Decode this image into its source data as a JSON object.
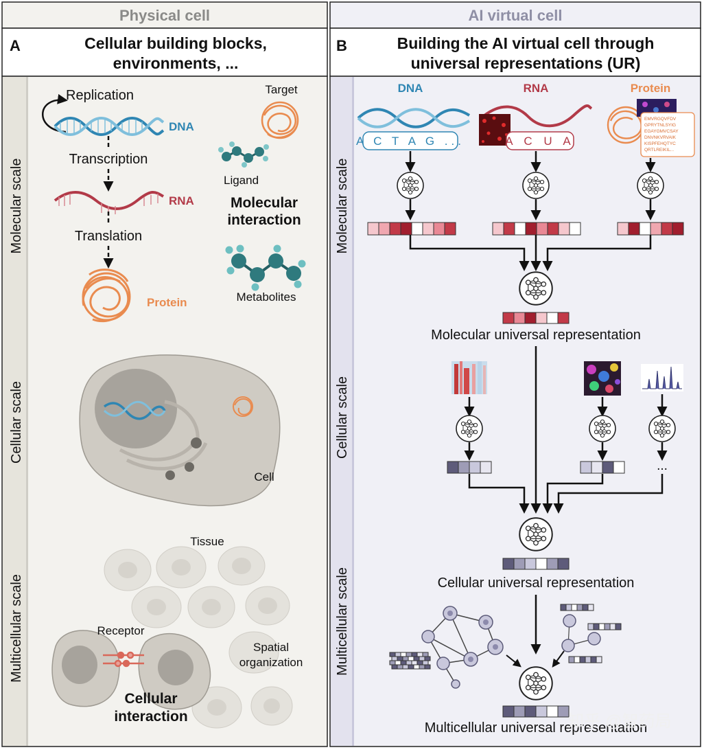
{
  "headers": {
    "left": "Physical cell",
    "right": "AI virtual cell"
  },
  "panel_a": {
    "letter": "A",
    "title_line1": "Cellular building blocks,",
    "title_line2": "environments, ...",
    "scales": {
      "molecular": "Molecular scale",
      "cellular": "Cellular scale",
      "multicellular": "Multicellular scale"
    },
    "labels": {
      "replication": "Replication",
      "dna": "DNA",
      "transcription": "Transcription",
      "rna": "RNA",
      "translation": "Translation",
      "protein": "Protein",
      "target": "Target",
      "ligand": "Ligand",
      "molecular_interaction_1": "Molecular",
      "molecular_interaction_2": "interaction",
      "metabolites": "Metabolites",
      "cell": "Cell",
      "tissue": "Tissue",
      "receptor": "Receptor",
      "spatial_1": "Spatial",
      "spatial_2": "organization",
      "cellular_interaction_1": "Cellular",
      "cellular_interaction_2": "interaction"
    }
  },
  "panel_b": {
    "letter": "B",
    "title_line1": "Building the AI virtual cell through",
    "title_line2": "universal representations (UR)",
    "scales": {
      "molecular": "Molecular scale",
      "cellular": "Cellular scale",
      "multicellular": "Multicellular scale"
    },
    "labels": {
      "dna": "DNA",
      "rna": "RNA",
      "protein": "Protein",
      "dna_seq": "A C T A G ...",
      "rna_seq": "A C U A",
      "protein_seq": [
        "EMVRGQVFDV",
        "GPRYTNLSYIG",
        "EGAYGMVCSAY",
        "DNVNKVRVAIK",
        "KISPFEHQTYC",
        "QRTLREIKIL..."
      ],
      "ellipsis": "...",
      "molecular_ur": "Molecular universal representation",
      "cellular_ur": "Cellular universal representation",
      "multicellular_ur": "Multicellular universal representation"
    }
  },
  "watermark": "知乎 @智药局",
  "colors": {
    "dna_blue": "#2f86b3",
    "rna_red": "#b23a48",
    "protein_orange": "#e98b4f",
    "scale_bar_left": "#cfcdc6",
    "scale_bar_right": "#c9c8dc",
    "panel_left_bg": "#f3f2ee",
    "panel_right_bg": "#f0f0f6"
  }
}
